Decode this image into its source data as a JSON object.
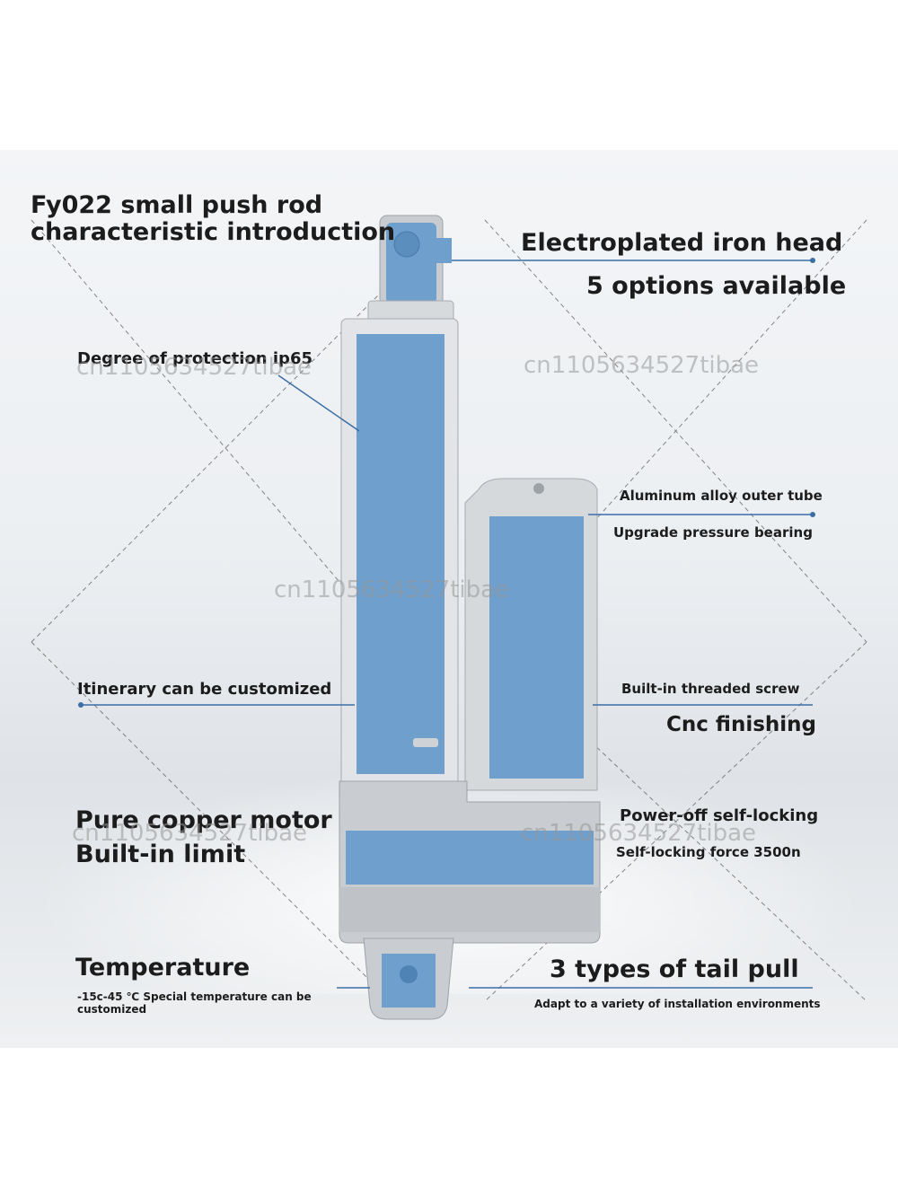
{
  "title": {
    "line1": "Fy022 small push rod",
    "line2": "characteristic introduction"
  },
  "labels": {
    "electroplated_head": "Electroplated iron head",
    "options": "5 options available",
    "protection": "Degree of protection ip65",
    "aluminum_tube": "Aluminum alloy outer tube",
    "pressure_bearing": "Upgrade pressure bearing",
    "itinerary": "Itinerary can be customized",
    "threaded_screw": "Built-in threaded screw",
    "cnc": "Cnc finishing",
    "copper_motor": "Pure copper motor",
    "builtin_limit": "Built-in limit",
    "power_off": "Power-off self-locking",
    "self_locking_force": "Self-locking force 3500n",
    "temperature": "Temperature",
    "temperature_note_1": "-15c-45 ℃ Special temperature can be",
    "temperature_note_2": "customized",
    "tail_types": "3 types of tail pull",
    "tail_note": "Adapt to a variety of installation environments"
  },
  "watermark": "cn1105634527tibae",
  "colors": {
    "accent_blue": "#6f9fcc",
    "housing_grey": "#c9ccd0",
    "text": "#1c1c1c"
  }
}
